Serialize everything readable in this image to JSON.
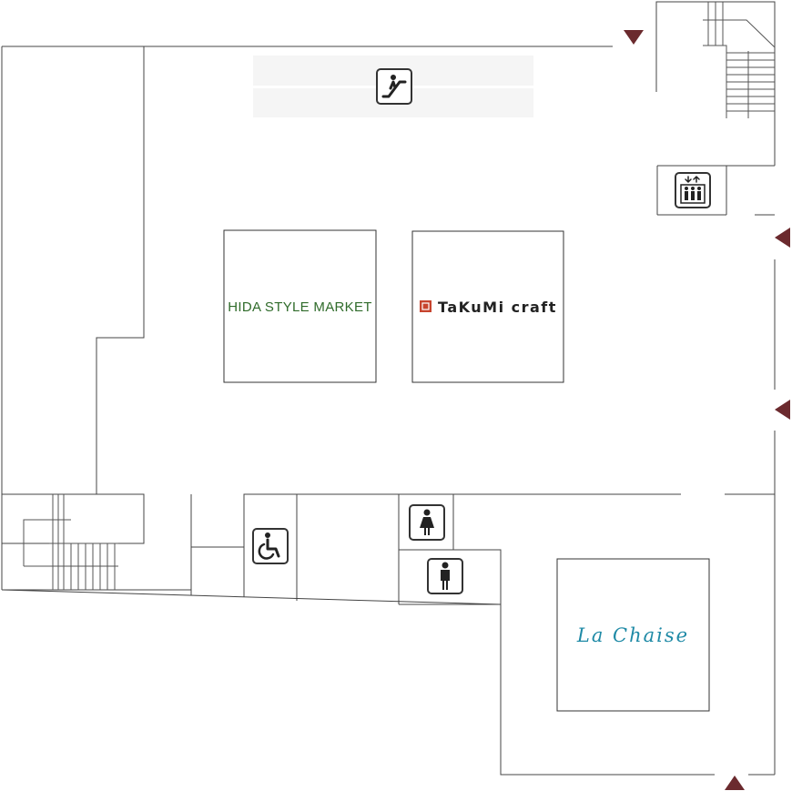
{
  "stores": {
    "hida": {
      "name": "HIDA STYLE MARKET",
      "color": "#2f6b2a"
    },
    "takumi": {
      "name": "TaKuMi craft",
      "logo_mark": "square-logo-icon",
      "color": "#222222",
      "logo_color": "#c7442e"
    },
    "chaise": {
      "name": "La Chaise",
      "color": "#1f8aa6"
    }
  },
  "facilities": {
    "escalator": "escalator-icon",
    "elevator": "elevator-icon",
    "accessible_toilet": "wheelchair-icon",
    "womens_toilet": "female-toilet-icon",
    "mens_toilet": "male-toilet-icon"
  },
  "entrances": [
    "top-right entrance (down arrow)",
    "right entrance upper (left arrow)",
    "right entrance lower (left arrow)",
    "bottom entrance (up arrow)"
  ],
  "colors": {
    "arrow": "#6b2a2e",
    "walls": "#444444",
    "escalator_band": "#f5f5f5"
  }
}
